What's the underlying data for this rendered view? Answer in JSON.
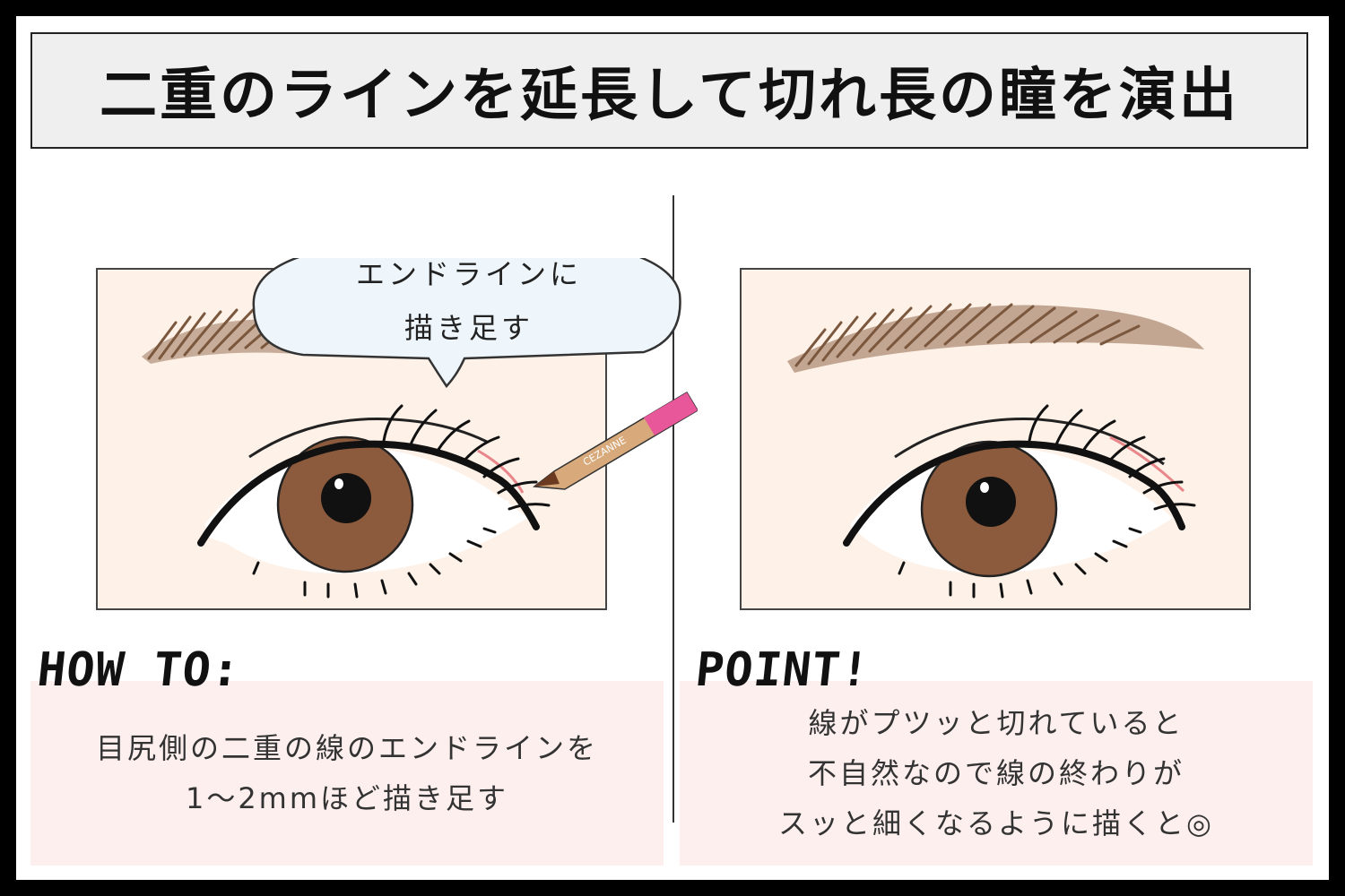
{
  "title": "二重のラインを延長して切れ長の瞳を演出",
  "left_panel": {
    "bubble_line1": "エンドラインに",
    "bubble_line2": "描き足す",
    "pencil_brand": "CEZANNE"
  },
  "howto": {
    "label": "HOW TO:",
    "line1": "目尻側の二重の線のエンドラインを",
    "line2": "1〜2mmほど描き足す"
  },
  "point": {
    "label": "POINT!",
    "line1": "線がプツッと切れていると",
    "line2": "不自然なので線の終わりが",
    "line3": "スッと細くなるように描くと◎"
  },
  "colors": {
    "frame": "#000000",
    "title_bg": "#efefef",
    "skin": "#fdf1e8",
    "brow": "#8a6448",
    "iris": "#8c5a3c",
    "pink_line": "#e8868a",
    "note_bg": "#fcefed",
    "bubble": "#eef6fb"
  }
}
